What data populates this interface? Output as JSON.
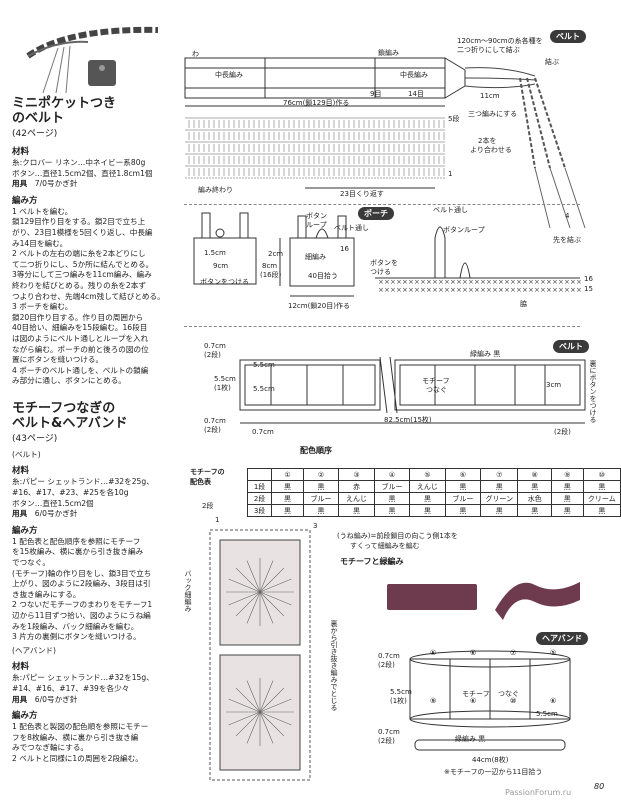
{
  "section1": {
    "title_line1": "ミニポケットつき",
    "title_line2": "のベルト",
    "page_ref": "(42ページ)",
    "materials_head": "材料",
    "materials": [
      "糸:クロバー リネン…中ネイビー系80g",
      "ボタン…直径1.5cm2個、直径1.8cm1個"
    ],
    "tools_head": "用具",
    "tools": "7/0号かぎ針",
    "method_head": "編み方",
    "method": [
      "1 ベルトを編む。",
      "鎖129目作り目をする。鎖2目で立ち上",
      "がり、23目1模様を5回くり返し、中長編",
      "み14目を編む。",
      "2 ベルトの左右の端に糸を2本どりにし",
      "て二つ折りにし、5か所に結んでとめる。",
      "3等分にして三つ編みを11cm編み、編み",
      "終わりを結びとめる。残りの糸を2本ず",
      "つより合わせ、先端4cm残して結びとめる。",
      "3 ポーチを編む。",
      "鎖20目作り目する。作り目の周囲から",
      "40目拾い、細編みを15段編む。16段目",
      "は図のようにベルト通しとループを入れ",
      "ながら編む。ポーチの前と後ろの図の位",
      "置にボタンを縫いつける。",
      "4 ポーチのベルト通しを、ベルトの鎖編",
      "み部分に通し、ボタンにとめる。"
    ]
  },
  "section2": {
    "title_line1": "モチーフつなぎの",
    "title_line2": "ベルト&ヘアバンド",
    "page_ref": "(43ページ)",
    "belt_head": "(ベルト)",
    "materials_head": "材料",
    "materials": [
      "糸:パピー シェットランド…#32を25g、",
      "#16、#17、#23、#25を各10g",
      "ボタン…直径1.5cm2個"
    ],
    "tools_head": "用具",
    "tools": "6/0号かぎ針",
    "method_head": "編み方",
    "method": [
      "1 配色表と配色順序を参照にモチーフ",
      "を15枚編み、横に裏から引き抜き編み",
      "でつなぐ。",
      "(モチーフ)輪の作り目をし、鎖3目で立ち",
      "上がり、図のように2段編み、3段目は引",
      "き抜き編みにする。",
      "2 つないだモチーフのまわりをモチーフ1",
      "辺から11目ずつ拾い、図のようにうね編",
      "みを1段編み、バック細編みを編む。",
      "3 片方の裏側にボタンを縫いつける。"
    ],
    "hairband_head": "(ヘアバンド)",
    "hb_materials_head": "材料",
    "hb_materials": [
      "糸:パピー シェットランド…#32を15g、",
      "#14、#16、#17、#39を各少々"
    ],
    "hb_tools_head": "用具",
    "hb_tools": "6/0号かぎ針",
    "hb_method_head": "編み方",
    "hb_method": [
      "1 配色表と製図の配色順を参照にモチー",
      "フを8枚編み、横に裏から引き抜き編",
      "みでつなぎ輪にする。",
      "2 ベルトと同様に1の周囲を2段編む。"
    ]
  },
  "diagram1": {
    "tag": "ベルト",
    "label_w": "わ",
    "chain": "鎖編み",
    "hdc_left": "中長編み",
    "hdc_right": "中長編み",
    "yarn_note1": "120cm〜90cmの糸各種を",
    "yarn_note2": "二つ折りにして結ぶ",
    "knot": "結ぶ",
    "cm11": "11cm",
    "braid": "三つ編みにする",
    "twist1": "2本を",
    "twist2": "より合わせる",
    "dim_76": "76cm(鎖129目)作る",
    "r9": "9目",
    "r14": "14目",
    "rows5": "5段",
    "rows1": "1",
    "end": "編み終わり",
    "repeat": "23目くり返す",
    "tip": "先を結ぶ",
    "cm4": "4"
  },
  "diagram2": {
    "tag": "ポーチ",
    "cm15": "1.5cm",
    "cm9": "9cm",
    "btn": "ボタンをつける",
    "loop1": "ボタン",
    "loop2": "ループ",
    "beltloop": "ベルト通し",
    "sc": "細編み",
    "rows16": "16",
    "rows40": "40目拾う",
    "cm8": "8cm",
    "cm8b": "(16段)",
    "btn2a": "ボタンを",
    "btn2b": "つける",
    "base": "12cm(鎖20目)作る",
    "cm2": "2cm",
    "bl2": "ベルト通し",
    "btnloop": "ボタンループ",
    "r16": "16",
    "r15": "15",
    "wa": "脇"
  },
  "diagram3": {
    "tag": "ベルト",
    "c07": "0.7cm",
    "c07b": "(2段)",
    "c55": "5.5cm",
    "c55b": "(1枚)",
    "c55c": "5.5cm",
    "c55d": "5.5cm",
    "chain_blk": "緑編み 黒",
    "motif1": "モチーフ",
    "motif2": "つなぐ",
    "c3": "3cm",
    "btn_back": "裏にボタンをつける",
    "c07c": "0.7cm",
    "c07d": "(2段)",
    "c825": "82.5cm(15枚)",
    "c07e": "0.7cm",
    "c07f": "(2段)"
  },
  "color_table": {
    "order_title": "配色順序",
    "table_title1": "モチーフの",
    "table_title2": "配色表",
    "numbers": [
      "①",
      "②",
      "③",
      "④",
      "⑤",
      "⑥",
      "⑦",
      "⑧",
      "⑨",
      "⑩"
    ],
    "rows": [
      {
        "label": "1段",
        "cells": [
          "黒",
          "黒",
          "赤",
          "ブルー",
          "えんじ",
          "黒",
          "黒",
          "黒",
          "黒",
          "黒"
        ]
      },
      {
        "label": "2段",
        "cells": [
          "黒",
          "ブルー",
          "えんじ",
          "黒",
          "黒",
          "ブルー",
          "グリーン",
          "水色",
          "黒",
          "クリーム"
        ]
      },
      {
        "label": "3段",
        "cells": [
          "黒",
          "黒",
          "黒",
          "黒",
          "黒",
          "黒",
          "黒",
          "黒",
          "黒",
          "黒"
        ]
      }
    ]
  },
  "diagram4": {
    "r2": "2段",
    "r1": "1",
    "back": "バック細編み",
    "r3": "3",
    "join": "裏から引き抜き編みでとじる",
    "ridge1": "(うね編み)=前段鎖目の向こう側1本を",
    "ridge2": "すくって細編みを編む",
    "photo_title": "モチーフと緑編み"
  },
  "diagram5": {
    "tag": "ヘアバンド",
    "c07": "0.7cm",
    "c07b": "(2段)",
    "c55": "5.5cm",
    "c55b": "(1枚)",
    "c55c": "5.5cm",
    "motif": "モチーフ",
    "join": "つなぐ",
    "c07c": "0.7cm",
    "c07d": "(2段)",
    "edge": "縁編み 黒",
    "c44": "44cm(8枚)",
    "note": "※モチーフの一辺から11目拾う",
    "top_nums": [
      "⑥",
      "⑥",
      "⑦",
      "⑤"
    ],
    "bot_nums": [
      "⑨",
      "⑥",
      "⑩",
      "⑥"
    ]
  },
  "page_number": "80",
  "watermark": "PassionForum.ru",
  "colors": {
    "dark": "#3a3a3a",
    "photo_purple": "#6d3a4e"
  }
}
